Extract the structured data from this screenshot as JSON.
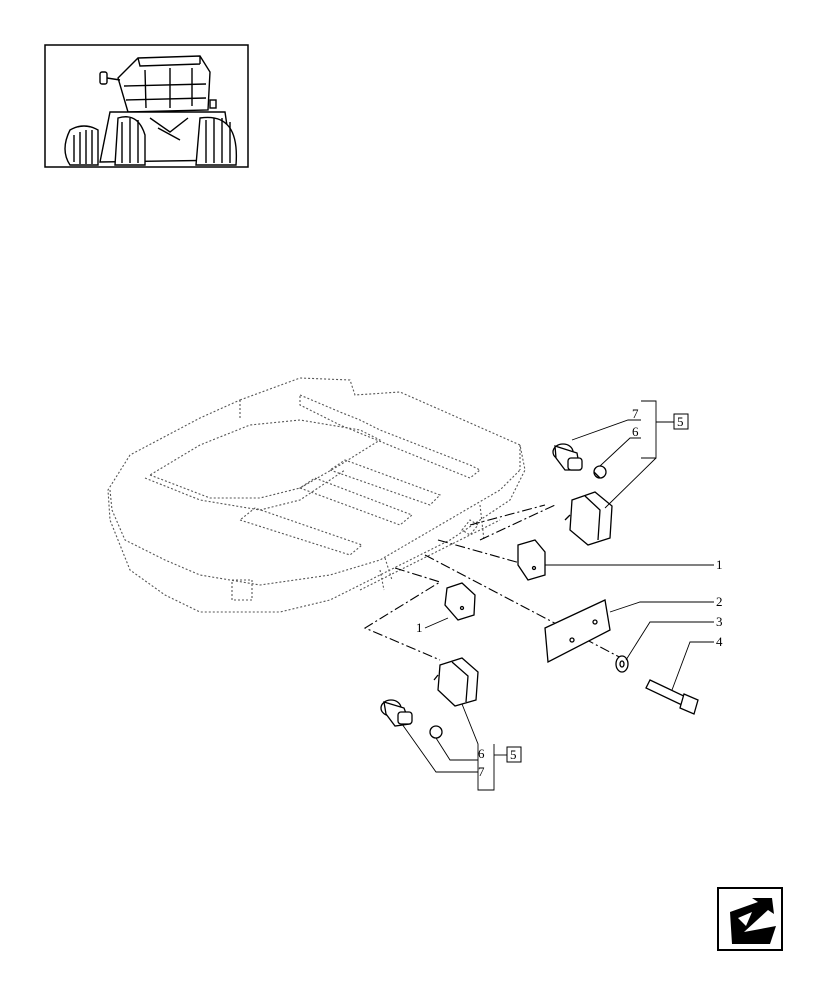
{
  "thumbnail": {
    "icon": "tractor-rear-view-icon"
  },
  "nav": {
    "icon": "next-page-arrow-icon"
  },
  "callouts": {
    "c1_right": "1",
    "c1_left": "1",
    "c2": "2",
    "c3": "3",
    "c4": "4",
    "c5_top": "5",
    "c5_bottom": "5",
    "c6_top": "6",
    "c6_bottom": "6",
    "c7_top": "7",
    "c7_bottom": "7"
  },
  "colors": {
    "line": "#000000",
    "part_fill": "#ffffff",
    "dotted": "#555555"
  }
}
